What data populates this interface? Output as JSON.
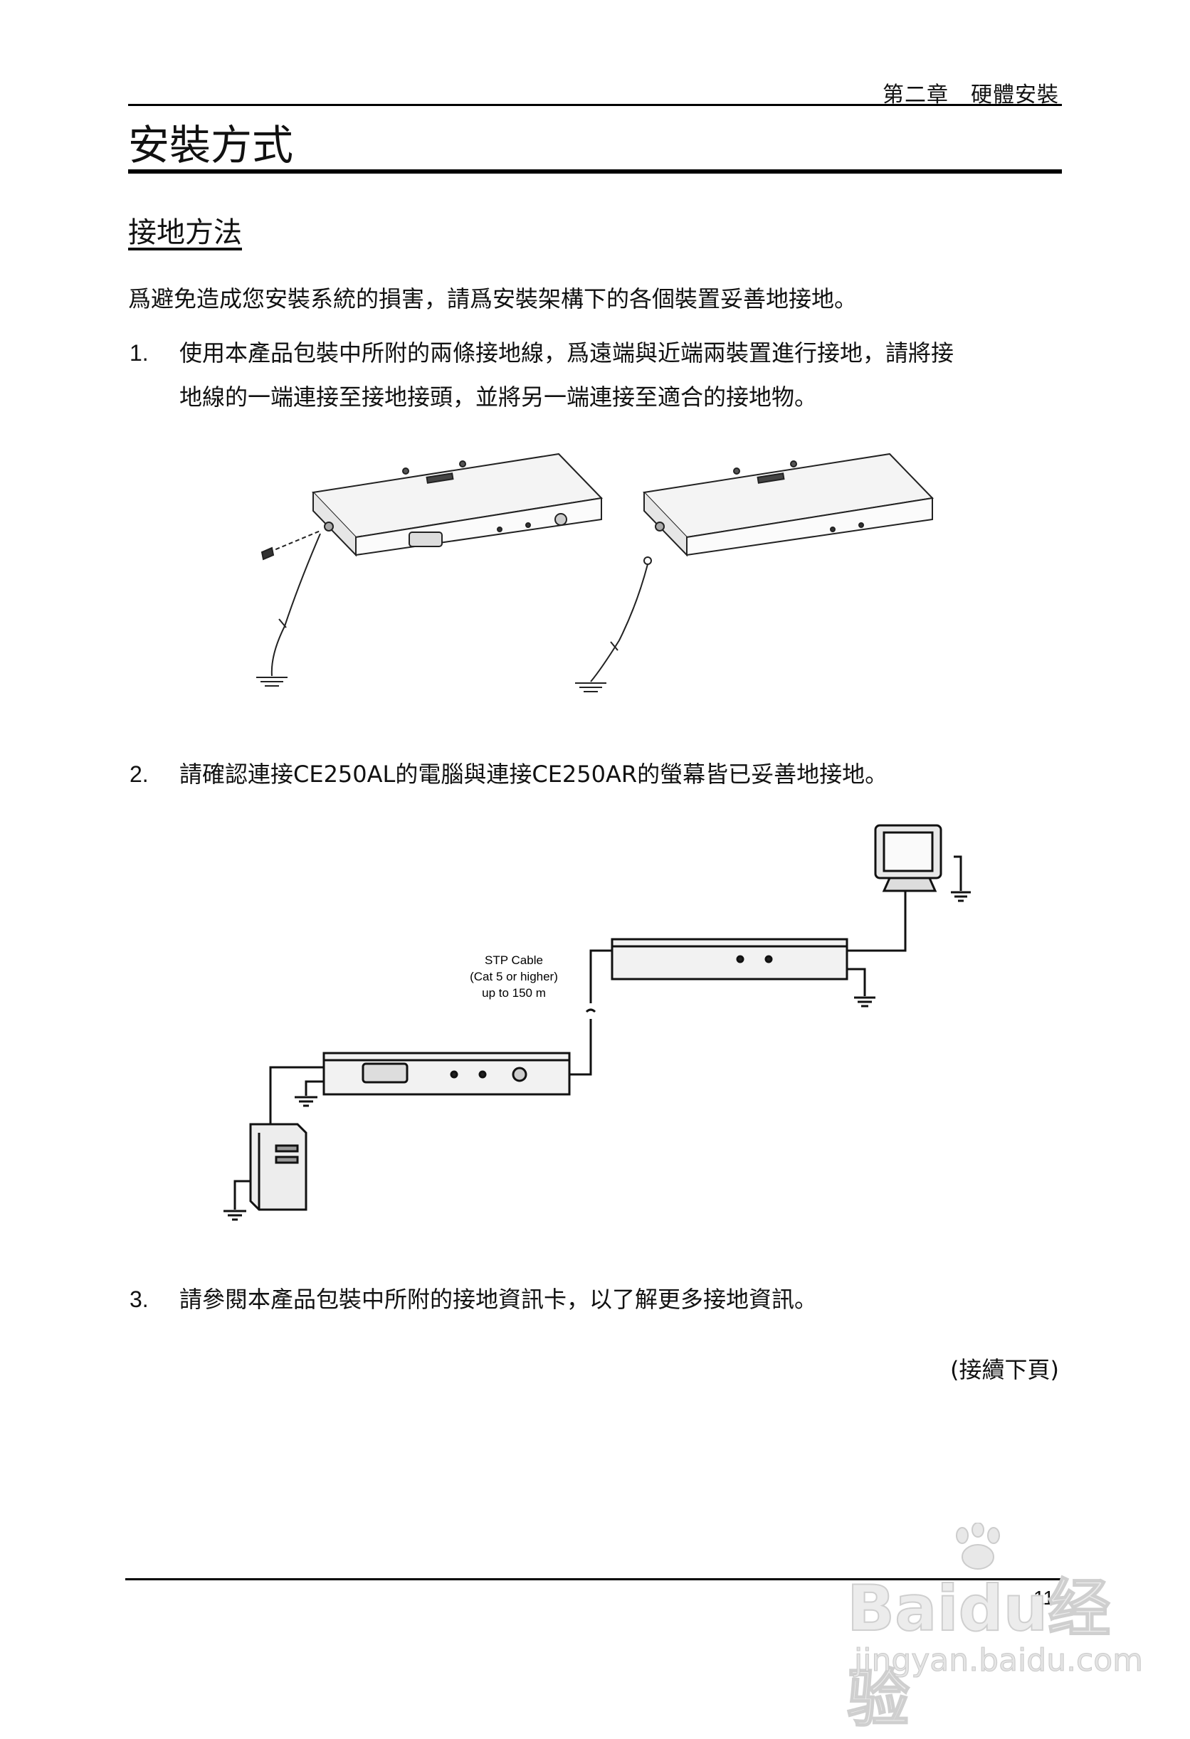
{
  "header": {
    "chapter": "第二章　硬體安裝"
  },
  "title": "安裝方式",
  "section": {
    "title": "接地方法"
  },
  "intro": "爲避免造成您安裝系統的損害，請爲安裝架構下的各個裝置妥善地接地。",
  "steps": [
    {
      "num": "1.",
      "line1": "使用本產品包裝中所附的兩條接地線，爲遠端與近端兩裝置進行接地，請將接",
      "line2": "地線的一端連接至接地接頭，並將另一端連接至適合的接地物。"
    },
    {
      "num": "2.",
      "text": "請確認連接CE250AL的電腦與連接CE250AR的螢幕皆已妥善地接地。"
    },
    {
      "num": "3.",
      "text": "請參閱本產品包裝中所附的接地資訊卡，以了解更多接地資訊。"
    }
  ],
  "figure2": {
    "cable_line1": "STP Cable",
    "cable_line2": "(Cat 5 or higher)",
    "cable_line3": "up to 150 m"
  },
  "continued": "(接續下頁)",
  "page_number": "11",
  "watermark": {
    "main": "Baidu经验",
    "sub": "jingyan.baidu.com"
  }
}
